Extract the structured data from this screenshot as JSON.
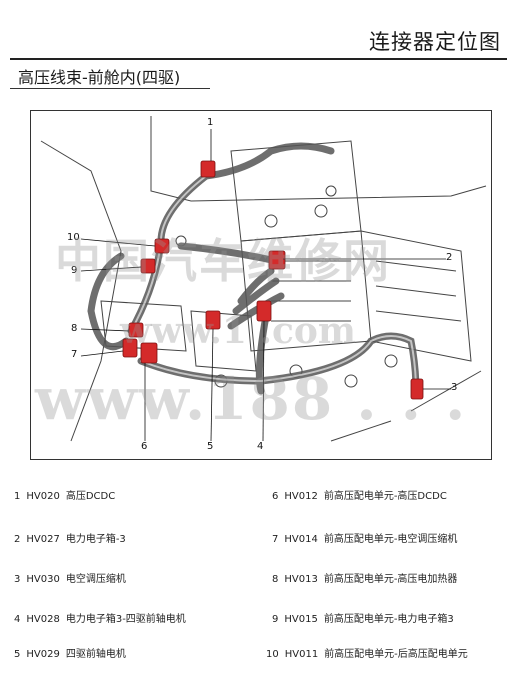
{
  "header": {
    "page_title": "连接器定位图"
  },
  "section": {
    "title": "高压线束-前舱内(四驱)"
  },
  "callouts": [
    "1",
    "2",
    "3",
    "4",
    "5",
    "6",
    "7",
    "8",
    "9",
    "10"
  ],
  "watermark": {
    "cn": "中国汽车维修网",
    "url": "www.1 .com",
    "big": "www.188 . . ."
  },
  "legend": {
    "items": [
      {
        "num": "1",
        "code": "HV020",
        "desc": "高压DCDC"
      },
      {
        "num": "2",
        "code": "HV027",
        "desc": "电力电子箱-3"
      },
      {
        "num": "3",
        "code": "HV030",
        "desc": "电空调压缩机"
      },
      {
        "num": "4",
        "code": "HV028",
        "desc": "电力电子箱3-四驱前轴电机"
      },
      {
        "num": "5",
        "code": "HV029",
        "desc": "四驱前轴电机"
      },
      {
        "num": "6",
        "code": "HV012",
        "desc": "前高压配电单元-高压DCDC"
      },
      {
        "num": "7",
        "code": "HV014",
        "desc": "前高压配电单元-电空调压缩机"
      },
      {
        "num": "8",
        "code": "HV013",
        "desc": "前高压配电单元-高压电加热器"
      },
      {
        "num": "9",
        "code": "HV015",
        "desc": "前高压配电单元-电力电子箱3"
      },
      {
        "num": "10",
        "code": "HV011",
        "desc": "前高压配电单元-后高压配电单元"
      }
    ]
  },
  "colors": {
    "connector": "#d42a2a",
    "harness": "#555555"
  }
}
